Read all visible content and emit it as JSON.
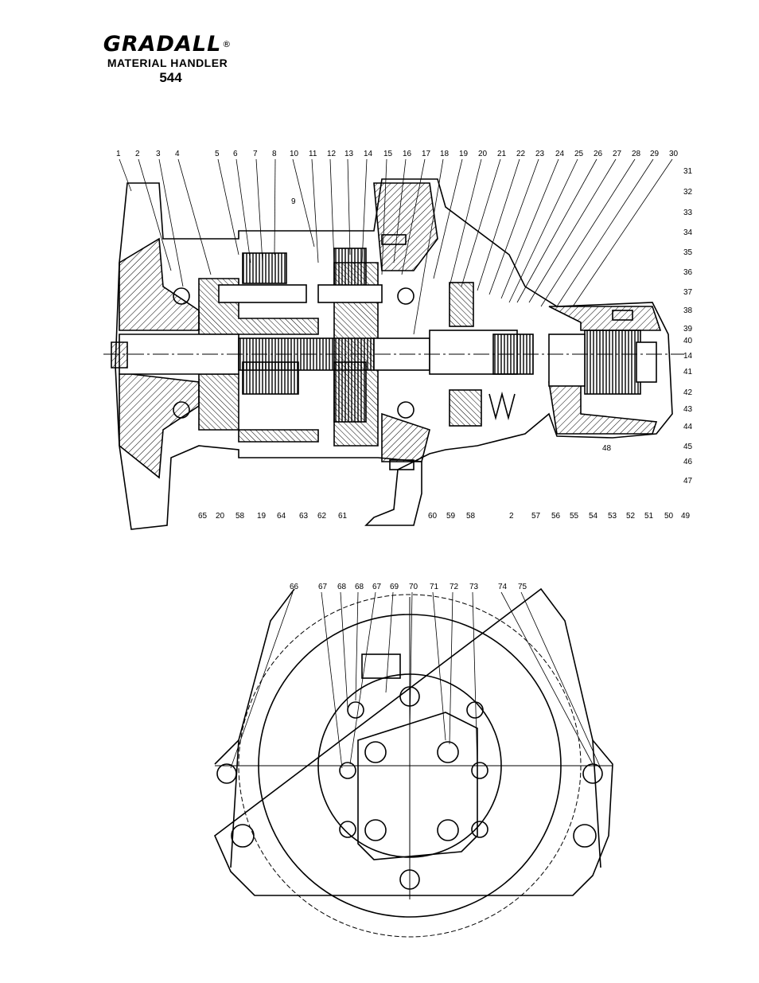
{
  "header": {
    "brand": "GRADALL",
    "registered": "®",
    "subtitle": "MATERIAL HANDLER",
    "model": "544"
  },
  "section_view": {
    "top_callouts": [
      "1",
      "2",
      "3",
      "4",
      "5",
      "6",
      "7",
      "8",
      "10",
      "11",
      "12",
      "13",
      "14",
      "15",
      "16",
      "17",
      "18",
      "19",
      "20",
      "21",
      "22",
      "23",
      "24",
      "25",
      "26",
      "27",
      "28",
      "29",
      "30"
    ],
    "inner_callout": "9",
    "right_callouts": [
      "31",
      "32",
      "33",
      "34",
      "35",
      "36",
      "37",
      "38",
      "39",
      "40",
      "14",
      "41",
      "42",
      "43",
      "44",
      "45",
      "46",
      "47"
    ],
    "bottom_callouts": [
      "65",
      "20",
      "58",
      "19",
      "64",
      "63",
      "62",
      "61",
      "60",
      "59",
      "58",
      "2",
      "57",
      "56",
      "55",
      "54",
      "53",
      "52",
      "51",
      "50",
      "49"
    ],
    "inner_callout_48": "48"
  },
  "end_view": {
    "top_callouts": [
      "66",
      "67",
      "68",
      "68",
      "67",
      "69",
      "70",
      "71",
      "72",
      "73",
      "74",
      "75"
    ]
  }
}
